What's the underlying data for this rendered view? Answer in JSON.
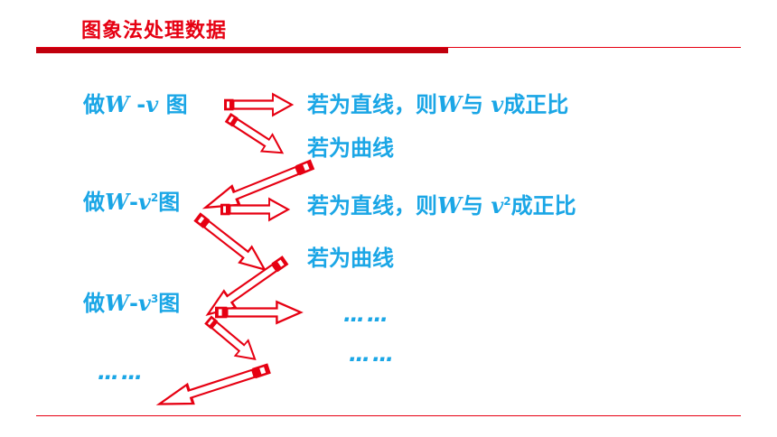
{
  "header": {
    "title": "图象法处理数据"
  },
  "rows": {
    "row1": {
      "do": "做",
      "var_w": "W",
      "dash": " -",
      "var_v": "v",
      "pic": " 图"
    },
    "row2": {
      "do": "做",
      "var_w": "W",
      "dash": "-",
      "var_v": "v",
      "exp": "2",
      "pic": "图"
    },
    "row3": {
      "do": "做",
      "var_w": "W",
      "dash": "-",
      "var_v": "v",
      "exp": "3",
      "pic": "图"
    }
  },
  "results": {
    "r1": {
      "pre": "若为直线，则",
      "w": "W",
      "mid": "与 ",
      "v": "v",
      "post": "成正比"
    },
    "r1_curve": "若为曲线",
    "r2": {
      "pre": "若为直线，则",
      "w": "W",
      "mid": "与 ",
      "v": "v",
      "exp": "2",
      "post": "成正比"
    },
    "r2_curve": "若为曲线",
    "r3_dots": "……",
    "r3_dots2": "……",
    "left_dots": "……"
  },
  "colors": {
    "accent_red": "#e60012",
    "text_blue": "#1aa6e6"
  }
}
